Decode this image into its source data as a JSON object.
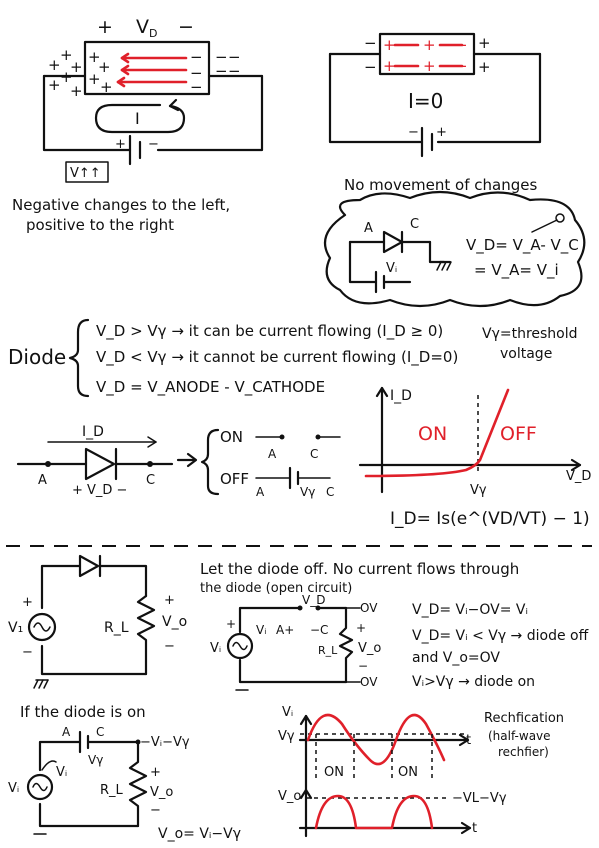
{
  "panel1": {
    "vd_label": "V",
    "vd_sub": "D",
    "plus": "+",
    "minus": "−",
    "current_label": "I",
    "box_label": "V↑↑",
    "caption_line1": "Negative changes to the left,",
    "caption_line2": "positive to the right"
  },
  "panel2": {
    "i_zero": "I=0",
    "caption": "No movement of changes",
    "cloud": {
      "a_label": "A",
      "c_label": "C",
      "vi_label": "Vᵢ",
      "eq1": "V_D= V_A- V_C",
      "eq2": "= V_A= V_i"
    }
  },
  "diode_rules": {
    "title": "Diode",
    "line1": "V_D > Vγ → it can be current flowing (I_D ≥ 0)",
    "line2": "V_D < Vγ → it cannot be current flowing (I_D=0)",
    "line3": "V_D = V_ANODE - V_CATHODE",
    "note1": "Vγ=threshold",
    "note2": "voltage"
  },
  "symbol": {
    "id_label": "I_D",
    "a_label": "A",
    "c_label": "C",
    "vd_label": "+ V_D −",
    "on_label": "ON",
    "off_label": "OFF",
    "on_a": "A",
    "on_c": "C",
    "off_a": "A",
    "off_vy": "Vγ",
    "off_c": "C"
  },
  "iv_curve": {
    "y_label": "I_D",
    "x_label": "V_D",
    "vy_label": "Vγ",
    "on_region": "ON",
    "off_region": "OFF",
    "equation": "I_D= Is(e^(VD/VT) − 1)"
  },
  "off_case": {
    "note_line1": "Let the diode off. No current flows through",
    "note_line2": "the diode (open circuit)",
    "left_source": "V₁",
    "rl": "R_L",
    "vo": "V_o",
    "mid_vi": "Vᵢ",
    "mid_vi2": "Vᵢ",
    "mid_a": "A+",
    "mid_c": "−C",
    "mid_vd": "V_D",
    "mid_ov_top": "OV",
    "mid_ov_bottom": "OV",
    "mid_rl": "R_L",
    "mid_vo": "V_o",
    "eq1": "V_D= Vᵢ−OV= Vᵢ",
    "eq2": "V_D= Vᵢ < Vγ → diode off",
    "eq3": "and V_o=OV",
    "eq4": "Vᵢ>Vγ → diode on"
  },
  "on_case": {
    "title": "If the diode is on",
    "a_label": "A",
    "c_label": "C",
    "vy_label": "Vγ",
    "vi_out_label": "−Vᵢ−Vγ",
    "vi_src": "Vᵢ",
    "vi_src2": "Vᵢ",
    "rl": "R_L",
    "vo": "V_o",
    "eq": "V_o= Vᵢ−Vγ"
  },
  "waveforms": {
    "vi_label": "Vᵢ",
    "vy_label": "Vγ",
    "t_label": "t",
    "on1": "ON",
    "on2": "ON",
    "vo_label": "V_o",
    "vl_label": "−VL−Vγ",
    "t2_label": "t",
    "note1": "Rechfication",
    "note2": "(half-wave",
    "note3": "rechfier)"
  },
  "colors": {
    "accent": "#e0202a",
    "ink": "#111111"
  }
}
